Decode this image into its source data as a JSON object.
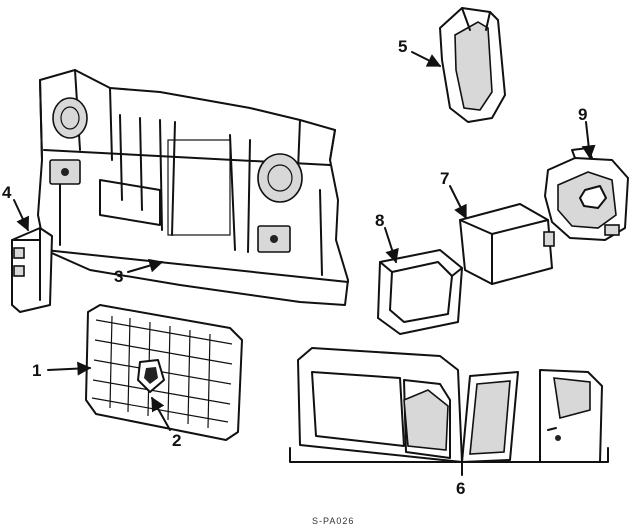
{
  "callouts": {
    "c1": "1",
    "c2": "2",
    "c3": "3",
    "c4": "4",
    "c5": "5",
    "c6": "6",
    "c7": "7",
    "c8": "8",
    "c9": "9"
  },
  "figure_code": "S-PA026"
}
